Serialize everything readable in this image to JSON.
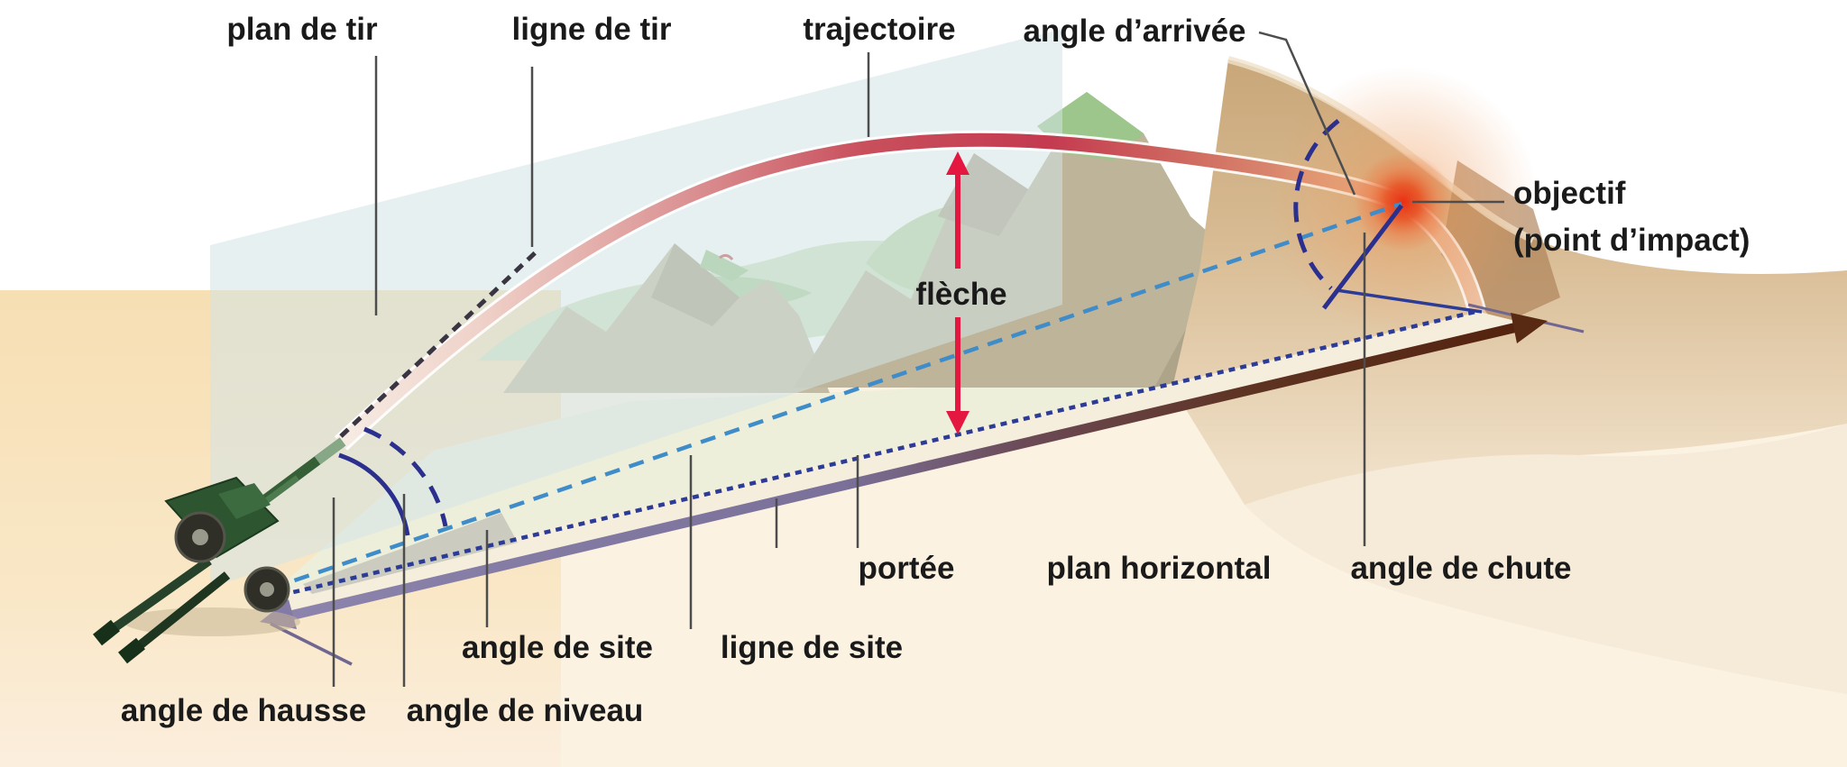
{
  "diagram": {
    "language": "fr",
    "subject": "ballistique d'artillerie",
    "labels": {
      "plan_de_tir": "plan de tir",
      "ligne_de_tir": "ligne de tir",
      "trajectoire": "trajectoire",
      "angle_arrivee": "angle d’arrivée",
      "objectif_line1": "objectif",
      "objectif_line2": "(point d’impact)",
      "fleche": "flèche",
      "portee": "portée",
      "plan_horizontal": "plan horizontal",
      "angle_de_chute": "angle de chute",
      "angle_de_site": "angle de site",
      "ligne_de_site": "ligne de site",
      "angle_de_hausse": "angle de hausse",
      "angle_de_niveau": "angle de niveau"
    },
    "colors": {
      "crimson_arrow": "#e3173f",
      "trajectory_red": "#c43a50",
      "trajectory_salmon": "#e09a78",
      "ligne_de_site_blue": "#3f8cc9",
      "navy": "#2b3b96",
      "arc_navy": "#2b2f8e",
      "ligne_de_tir_dark": "#3a3542",
      "portee_purple": "#7a7099",
      "portee_brown": "#5e3322",
      "impact_orange": "#e85426",
      "leader_gray": "#4d4d4d",
      "text_black": "#1a1a1a",
      "plan_de_tir_cyan": "#d4e4e6",
      "cannon_green": "#2c5530"
    }
  }
}
